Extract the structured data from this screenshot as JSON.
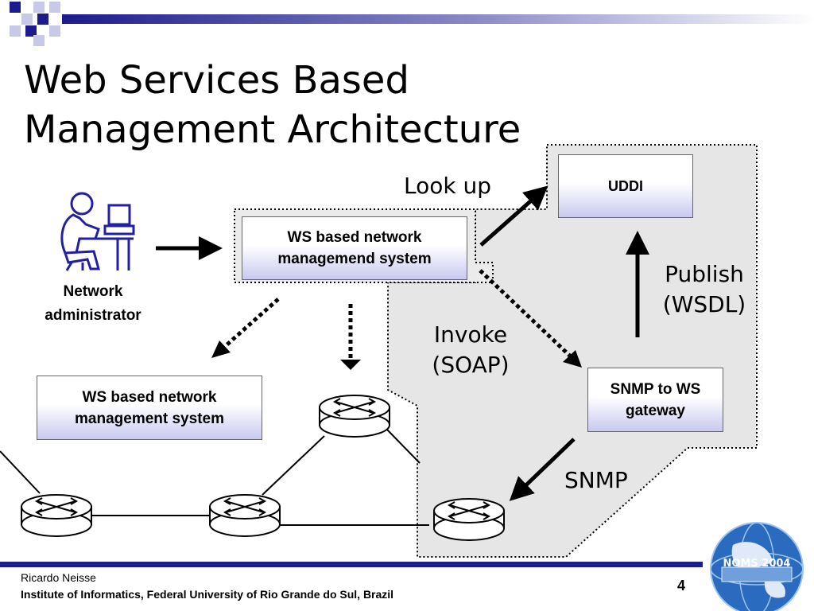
{
  "slide": {
    "title_line1": "Web Services Based",
    "title_line2": "Management Architecture",
    "page_number": "4"
  },
  "diagram": {
    "uddi": "UDDI",
    "ws_system_top_line1": "WS based network",
    "ws_system_top_line2": "managemend system",
    "ws_system_left_line1": "WS based network",
    "ws_system_left_line2": "management system",
    "gateway_line1": "SNMP to WS",
    "gateway_line2": "gateway",
    "admin_line1": "Network",
    "admin_line2": "administrator",
    "lookup": "Look up",
    "publish_line1": "Publish",
    "publish_line2": "(WSDL)",
    "invoke_line1": "Invoke",
    "invoke_line2": "(SOAP)",
    "snmp": "SNMP"
  },
  "footer": {
    "author": "Ricardo Neisse",
    "institution": "Institute of Informatics, Federal University of Rio Grande do Sul, Brazil",
    "logo_text": "NOMS 2004"
  },
  "colors": {
    "accent_navy": "#1c1c8c",
    "region_gray": "#e6e6e6",
    "box_gradient_end": "#c9c9f0"
  }
}
